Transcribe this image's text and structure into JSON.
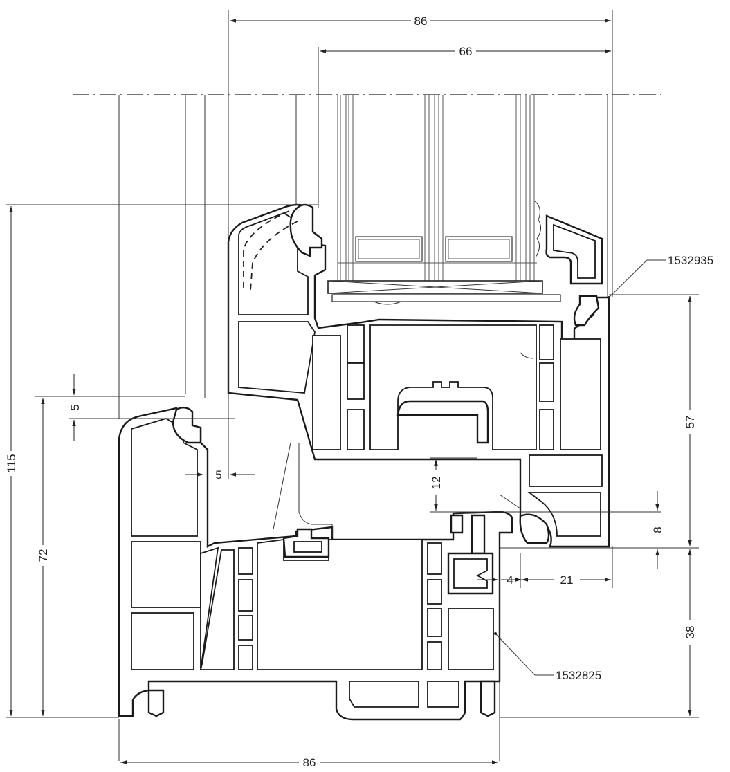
{
  "dimensions": {
    "top_width": "86",
    "sash_width": "66",
    "bottom_width": "86",
    "total_height": "115",
    "frame_height": "72",
    "right_upper_height": "57",
    "right_lower_height": "38",
    "overlap_5_vertical": "5",
    "overlap_5_horizontal": "5",
    "chamber_12": "12",
    "gap_8": "8",
    "gap_4": "4",
    "offset_21": "21"
  },
  "part_numbers": {
    "sash_profile": "1532935",
    "frame_profile": "1532825"
  }
}
